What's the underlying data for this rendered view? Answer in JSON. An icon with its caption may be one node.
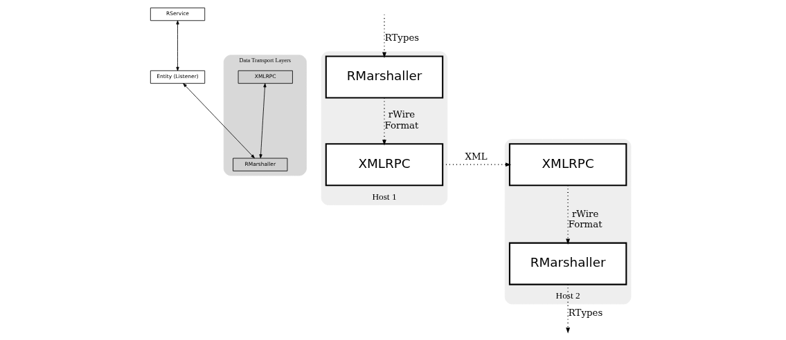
{
  "diagram": {
    "nodes": [
      {
        "text": [
          "RService"
        ]
      },
      {
        "text": [
          "Entity (Listener)"
        ]
      },
      {
        "text": [
          "Data Transport Layers"
        ]
      },
      {
        "text": [
          "RMarshaller"
        ],
        "in": 2
      },
      {
        "text": [
          "XMLRPC"
        ],
        "in": 2
      },
      {
        "text": [
          "Host 1"
        ]
      },
      {
        "text": [
          "RMarshaller"
        ],
        "in": 5
      },
      {
        "text": [
          "XMLRPC"
        ],
        "in": 5
      },
      {
        "text": [
          "Host 2"
        ]
      },
      {
        "text": [
          "RMarshaller"
        ],
        "in": 8
      },
      {
        "text": [
          "XMLRPC"
        ],
        "in": 8
      }
    ],
    "edges": [
      {
        "from": 0,
        "to": 1,
        "arrow": "both"
      },
      {
        "from": 1,
        "to": 3,
        "arrow": "both"
      },
      {
        "from": 4,
        "to": 3,
        "arrow": "both"
      },
      {
        "from": null,
        "to": 6,
        "arrow": "to",
        "label": "RTypes",
        "style": "dashed"
      },
      {
        "from": 6,
        "to": 7,
        "arrow": "to",
        "label": "rWire Format",
        "style": "dashed"
      },
      {
        "from": 7,
        "to": 10,
        "arrow": "to",
        "label": "XML",
        "style": "dashed"
      },
      {
        "from": 10,
        "to": 9,
        "arrow": "to",
        "label": "rWire Format",
        "style": "dashed"
      },
      {
        "from": 9,
        "to": null,
        "arrow": "to",
        "label": "RTypes",
        "style": "dashed"
      }
    ]
  }
}
